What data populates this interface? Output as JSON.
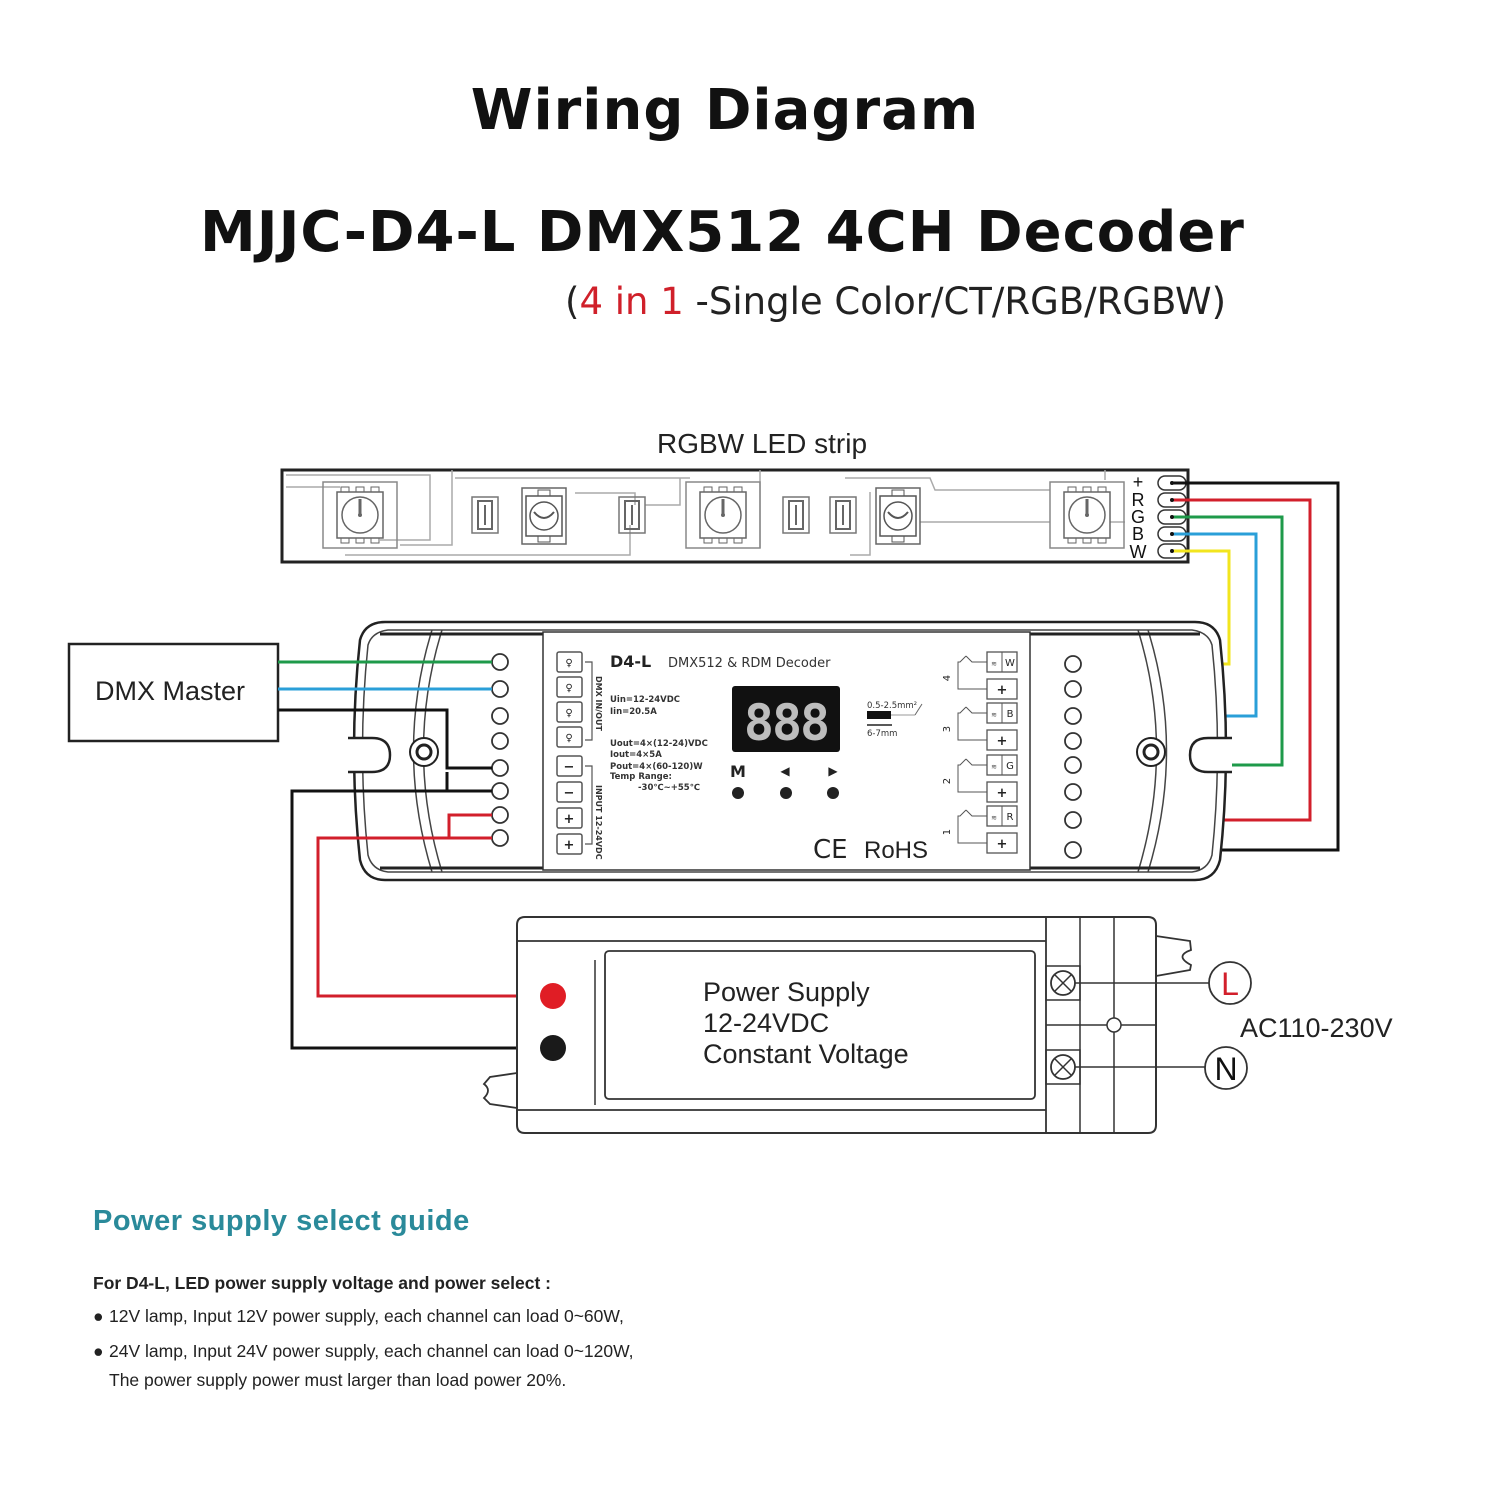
{
  "header": {
    "title": "Wiring Diagram",
    "product": "MJJC-D4-L DMX512 4CH Decoder",
    "note_open": "(",
    "note_accent": "4 in 1",
    "note_rest": " -Single Color/CT/RGB/RGBW)"
  },
  "colors": {
    "red": "#d21f2b",
    "green": "#1e9a4a",
    "blue": "#2a9fd8",
    "yellow": "#f2e51e",
    "black": "#111111",
    "guide_teal": "#2a8a9a"
  },
  "led_strip": {
    "label": "RGBW LED strip",
    "pins": [
      "+",
      "R",
      "G",
      "B",
      "W"
    ]
  },
  "dmx_master": {
    "label": "DMX Master"
  },
  "decoder": {
    "model": "D4-L",
    "name": "DMX512 & RDM Decoder",
    "display": "888",
    "buttons": [
      "M",
      "◀",
      "▶"
    ],
    "dmx_label": "DMX IN/OUT",
    "input_label": "INPUT 12-24VDC",
    "input_terminals": [
      "−",
      "−",
      "+",
      "+"
    ],
    "specs": {
      "uin": "Uin=12-24VDC",
      "iin": "Iin=20.5A",
      "uout": "Uout=4×(12-24)VDC",
      "iout": "Iout=4×5A",
      "pout": "Pout=4×(60-120)W",
      "temp_label": "Temp Range:",
      "temp_value": "-30℃~+55℃"
    },
    "wire_spec": {
      "cross_section": "0.5-2.5mm²",
      "strip_length": "6-7mm"
    },
    "channels": [
      {
        "number": "4",
        "terminal": "W"
      },
      {
        "number": "3",
        "terminal": "B"
      },
      {
        "number": "2",
        "terminal": "G"
      },
      {
        "number": "1",
        "terminal": "R"
      }
    ],
    "channel_plus": "+",
    "ce_mark": "CE",
    "rohs": "RoHS"
  },
  "power_supply": {
    "line1": "Power Supply",
    "line2": "12-24VDC",
    "line3": "Constant Voltage",
    "ac_label": "AC110-230V",
    "live": "L",
    "neutral": "N"
  },
  "guide": {
    "title": "Power supply select guide",
    "lead": "For D4-L, LED power supply voltage and power select :",
    "items": [
      "12V lamp, Input 12V power supply, each channel can load 0~60W,",
      "24V lamp, Input 24V power supply, each channel can load 0~120W,"
    ],
    "continuation": "The power supply power must larger than load power 20%.",
    "bullet": "●"
  }
}
